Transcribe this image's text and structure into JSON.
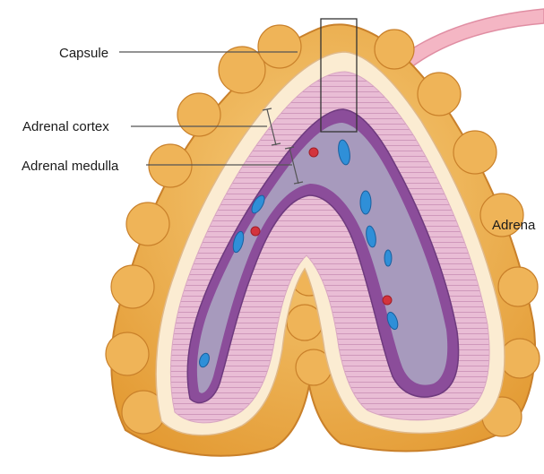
{
  "labels": {
    "capsule": "Capsule",
    "adrenal_cortex": "Adrenal cortex",
    "adrenal_medulla": "Adrenal medulla",
    "adrenal_cropped": "Adrena"
  },
  "colors": {
    "fat_outer": "#e8a33c",
    "fat_inner": "#f3c46e",
    "capsule": "#fbecd2",
    "cortex": "#e6b5d0",
    "cortex_stripes": "#c98fb4",
    "medulla_border": "#8b4d9a",
    "medulla": "#a79abd",
    "vessel_blue": "#2f8fd8",
    "vessel_red": "#d3343d",
    "artery_pink": "#f4b6c4",
    "leader_line": "#555555"
  }
}
